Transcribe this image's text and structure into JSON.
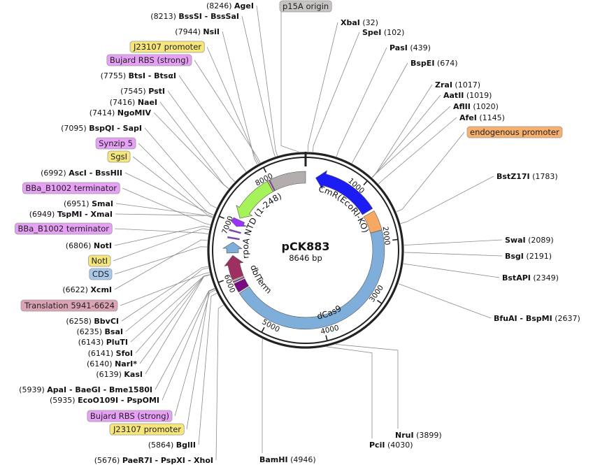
{
  "plasmid": {
    "name": "pCK883",
    "length": "8646 bp",
    "length_bp": 8646
  },
  "ticks": [
    "1000",
    "2000",
    "3000",
    "4000",
    "5000",
    "6000",
    "7000",
    "8000"
  ],
  "feature_labels": {
    "cmr": "CmR(EcoRI-KO)",
    "rpoa": "rpoA NTD (1-248)",
    "dblterm": "dblTerm",
    "dcas9": "dCas9"
  },
  "colors": {
    "yellow": "#f7e77b",
    "violet": "#e6a0f5",
    "cds": "#a9c9ea",
    "translation": "#dba3b4",
    "grey": "#c9c4c4",
    "orange": "#f7b06e",
    "p15a_arc": "#b3adad",
    "rpoa_arc": "#a6f25a",
    "synzip_arc": "#9a33ff",
    "cds_arc": "#7faedb",
    "translation_arc": "#9e2f60",
    "dblterm_arc": "#7a0a82",
    "dcas9_arc": "#7faedb",
    "promoter_arc": "#f7a963",
    "cmr_arc": "#1c1cf5"
  },
  "left_labels": [
    {
      "type": "site",
      "pos": "8246",
      "name": "AgeI"
    },
    {
      "type": "site",
      "pos": "8213",
      "name": "BssSI - BssSaI"
    },
    {
      "type": "site",
      "pos": "7944",
      "name": "NsiI"
    },
    {
      "type": "feature",
      "name": "J23107 promoter",
      "color": "yellow"
    },
    {
      "type": "feature",
      "name": "Bujard RBS (strong)",
      "color": "violet"
    },
    {
      "type": "site",
      "pos": "7755",
      "name": "BtsI - BtsαI"
    },
    {
      "type": "site",
      "pos": "7545",
      "name": "PstI"
    },
    {
      "type": "site",
      "pos": "7416",
      "name": "NaeI"
    },
    {
      "type": "site",
      "pos": "7414",
      "name": "NgoMIV"
    },
    {
      "type": "site",
      "pos": "7095",
      "name": "BspQI - SapI"
    },
    {
      "type": "feature",
      "name": "Synzip 5",
      "color": "violet"
    },
    {
      "type": "feature",
      "name": "SgsI",
      "color": "yellow"
    },
    {
      "type": "site",
      "pos": "6992",
      "name": "AscI - BssHII"
    },
    {
      "type": "feature",
      "name": "BBa_B1002 terminator",
      "color": "violet"
    },
    {
      "type": "site",
      "pos": "6951",
      "name": "SmaI"
    },
    {
      "type": "site",
      "pos": "6949",
      "name": "TspMI - XmaI"
    },
    {
      "type": "feature",
      "name": "BBa_B1002 terminator",
      "color": "violet"
    },
    {
      "type": "site",
      "pos": "6806",
      "name": "NotI"
    },
    {
      "type": "feature",
      "name": "NotI",
      "color": "yellow"
    },
    {
      "type": "feature",
      "name": "CDS",
      "color": "cds"
    },
    {
      "type": "site",
      "pos": "6622",
      "name": "XcmI"
    },
    {
      "type": "feature",
      "name": "Translation 5941-6624",
      "color": "translation"
    },
    {
      "type": "site",
      "pos": "6258",
      "name": "BbvCI"
    },
    {
      "type": "site",
      "pos": "6235",
      "name": "BsaI"
    },
    {
      "type": "site",
      "pos": "6143",
      "name": "PluTI"
    },
    {
      "type": "site",
      "pos": "6141",
      "name": "SfoI"
    },
    {
      "type": "site",
      "pos": "6140",
      "name": "NarI*"
    },
    {
      "type": "site",
      "pos": "6139",
      "name": "KasI"
    },
    {
      "type": "site",
      "pos": "5939",
      "name": "ApaI - BaeGI - Bme1580I"
    },
    {
      "type": "site",
      "pos": "5935",
      "name": "EcoO109I - PspOMI"
    },
    {
      "type": "feature",
      "name": "Bujard RBS (strong)",
      "color": "violet"
    },
    {
      "type": "feature",
      "name": "J23107 promoter",
      "color": "yellow"
    },
    {
      "type": "site",
      "pos": "5864",
      "name": "BglII"
    },
    {
      "type": "site",
      "pos": "5676",
      "name": "PaeR7I - PspXI - XhoI"
    }
  ],
  "right_labels": [
    {
      "type": "feature",
      "name": "p15A origin",
      "color": "grey"
    },
    {
      "type": "site",
      "pos": "32",
      "name": "XbaI"
    },
    {
      "type": "site",
      "pos": "102",
      "name": "SpeI"
    },
    {
      "type": "site",
      "pos": "439",
      "name": "PasI"
    },
    {
      "type": "site",
      "pos": "674",
      "name": "BspEI"
    },
    {
      "type": "site",
      "pos": "1017",
      "name": "ZraI"
    },
    {
      "type": "site",
      "pos": "1019",
      "name": "AatII"
    },
    {
      "type": "site",
      "pos": "1020",
      "name": "AflII"
    },
    {
      "type": "site",
      "pos": "1145",
      "name": "AfeI"
    },
    {
      "type": "feature",
      "name": "endogenous promoter",
      "color": "orange"
    },
    {
      "type": "site",
      "pos": "1783",
      "name": "BstZ17I"
    },
    {
      "type": "site",
      "pos": "2089",
      "name": "SwaI"
    },
    {
      "type": "site",
      "pos": "2191",
      "name": "BsgI"
    },
    {
      "type": "site",
      "pos": "2349",
      "name": "BstAPI"
    },
    {
      "type": "site",
      "pos": "2637",
      "name": "BfuAI - BspMI"
    },
    {
      "type": "site",
      "pos": "3899",
      "name": "NruI"
    },
    {
      "type": "site",
      "pos": "4030",
      "name": "PciI"
    },
    {
      "type": "site",
      "pos": "4946",
      "name": "BamHI"
    }
  ]
}
